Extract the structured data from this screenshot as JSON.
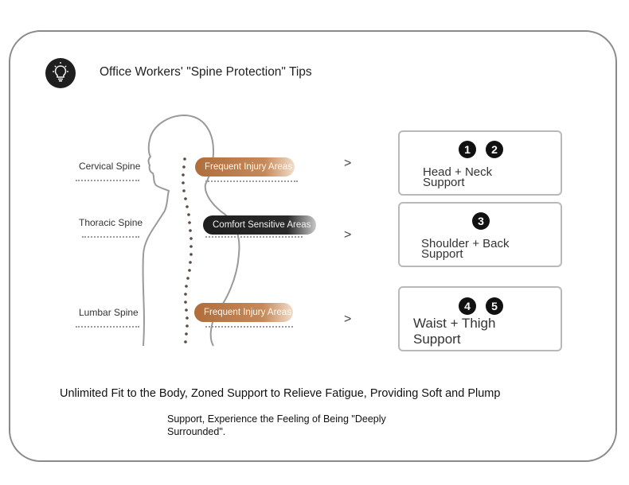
{
  "title": "Office Workers' \"Spine Protection\" Tips",
  "icons": {
    "header": "lightbulb-icon"
  },
  "colors": {
    "brown": "#b06d3c",
    "dark": "#1e1e1e",
    "border": "#8a8a8a"
  },
  "spine_zones": [
    {
      "label": "Cervical Spine",
      "tag": "Frequent Injury Areas",
      "tag_style": "brown"
    },
    {
      "label": "Thoracic Spine",
      "tag": "Comfort Sensitive Areas",
      "tag_style": "dark"
    },
    {
      "label": "Lumbar Spine",
      "tag": "Frequent Injury Areas",
      "tag_style": "brown"
    }
  ],
  "arrow": ">",
  "supports": [
    {
      "numbers": [
        "1",
        "2"
      ],
      "line1": "Head + Neck",
      "line2": "Support"
    },
    {
      "numbers": [
        "3"
      ],
      "line1": "Shoulder + Back",
      "line2": "Support"
    },
    {
      "numbers": [
        "4",
        "5"
      ],
      "line1": "Waist + Thigh",
      "line2": "Support"
    }
  ],
  "footer": {
    "line1": "Unlimited Fit to the Body, Zoned Support to Relieve Fatigue, Providing Soft and Plump",
    "line2": "Support, Experience the Feeling of Being \"Deeply Surrounded\"."
  }
}
